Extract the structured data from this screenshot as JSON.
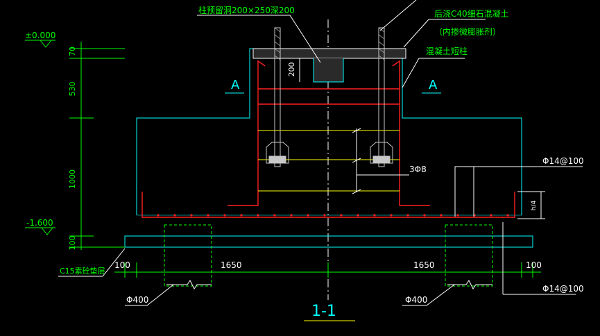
{
  "labels": {
    "top_hole": "柱预留洞200×250深200",
    "grout_1": "后浇C40细石混凝土",
    "grout_2": "（内掺微膨胀剂）",
    "short_col": "混凝土短柱",
    "sec_a_left": "A",
    "sec_a_right": "A",
    "elev_top": "±0.000",
    "elev_bot": "-1.600",
    "dim_70": "70",
    "dim_530": "530",
    "dim_1000": "1000",
    "dim_100_v": "100",
    "dim_200": "200",
    "dim_rebar": "3Φ8",
    "rebar_top": "Φ14@100",
    "rebar_bot": "Φ14@100",
    "side_h": "h/4",
    "dim_100_l": "100",
    "dim_1650_l": "1650",
    "dim_1650_r": "1650",
    "dim_100_r": "100",
    "pile_l": "Φ400",
    "pile_r": "Φ400",
    "c15": "C15素砼垫层",
    "section_title": "1-1"
  },
  "colors": {
    "bg": "#000000",
    "cyan": "#00ffff",
    "green": "#00ff00",
    "red": "#ff2020",
    "yellow": "#ffff00",
    "white": "#ffffff",
    "gray": "#a0a0a0"
  }
}
